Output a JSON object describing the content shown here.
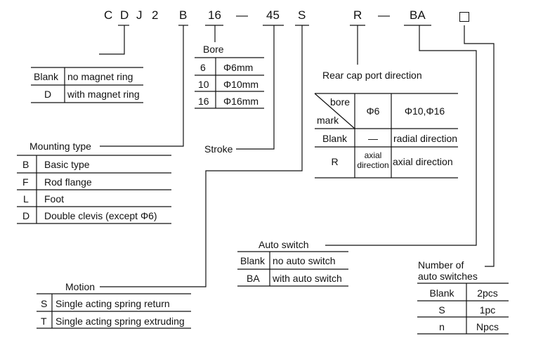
{
  "model_code": {
    "c": "C",
    "d": "D",
    "j": "J",
    "two": "2",
    "b": "B",
    "sixteen": "16",
    "dash1": "—",
    "fortyfive": "45",
    "s": "S",
    "r": "R",
    "dash2": "—",
    "ba": "BA"
  },
  "magnet": {
    "rows": [
      {
        "code": "Blank",
        "desc": "no magnet ring"
      },
      {
        "code": "D",
        "desc": "with magnet ring"
      }
    ]
  },
  "bore": {
    "title": "Bore",
    "rows": [
      {
        "code": "6",
        "desc": "Φ6mm"
      },
      {
        "code": "10",
        "desc": "Φ10mm"
      },
      {
        "code": "16",
        "desc": "Φ16mm"
      }
    ]
  },
  "rear_cap": {
    "title": "Rear cap port direction",
    "header": {
      "bore": "bore",
      "mark": "mark",
      "col1": "Φ6",
      "col2": "Φ10,Φ16"
    },
    "rows": [
      {
        "mark": "Blank",
        "c1": "—",
        "c2": "radial direction"
      },
      {
        "mark": "R",
        "c1_line1": "axial",
        "c1_line2": "direction",
        "c2": "axial direction"
      }
    ]
  },
  "mounting": {
    "title": "Mounting type",
    "rows": [
      {
        "code": "B",
        "desc": "Basic type"
      },
      {
        "code": "F",
        "desc": "Rod flange"
      },
      {
        "code": "L",
        "desc": "Foot"
      },
      {
        "code": "D",
        "desc": "Double clevis (except Φ6)"
      }
    ]
  },
  "stroke": {
    "title": "Stroke"
  },
  "auto_switch": {
    "title": "Auto switch",
    "rows": [
      {
        "code": "Blank",
        "desc": "no auto switch"
      },
      {
        "code": "BA",
        "desc": "with auto switch"
      }
    ]
  },
  "motion": {
    "title": "Motion",
    "rows": [
      {
        "code": "S",
        "desc": "Single acting spring return"
      },
      {
        "code": "T",
        "desc": "Single acting spring extruding"
      }
    ]
  },
  "num_switches": {
    "title_line1": "Number of",
    "title_line2": "auto switches",
    "rows": [
      {
        "code": "Blank",
        "desc": "2pcs"
      },
      {
        "code": "S",
        "desc": "1pc"
      },
      {
        "code": "n",
        "desc": "Npcs"
      }
    ]
  }
}
